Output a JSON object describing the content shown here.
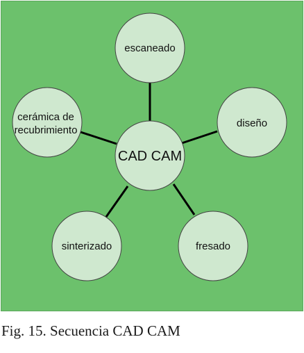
{
  "diagram": {
    "center": {
      "label": "CAD CAM"
    },
    "nodes": [
      {
        "id": "escaneado",
        "lines": [
          "escaneado"
        ]
      },
      {
        "id": "diseno",
        "lines": [
          "diseño"
        ]
      },
      {
        "id": "fresado",
        "lines": [
          "fresado"
        ]
      },
      {
        "id": "sinterizado",
        "lines": [
          "sinterizado"
        ]
      },
      {
        "id": "ceramica",
        "lines": [
          "cerámica de",
          "recubrimiento"
        ]
      }
    ],
    "colors": {
      "background": "#6cc16c",
      "node_fill": "#cfe8cf",
      "node_stroke": "#444444",
      "connector": "#000000"
    }
  },
  "caption": "Fig. 15. Secuencia CAD CAM"
}
